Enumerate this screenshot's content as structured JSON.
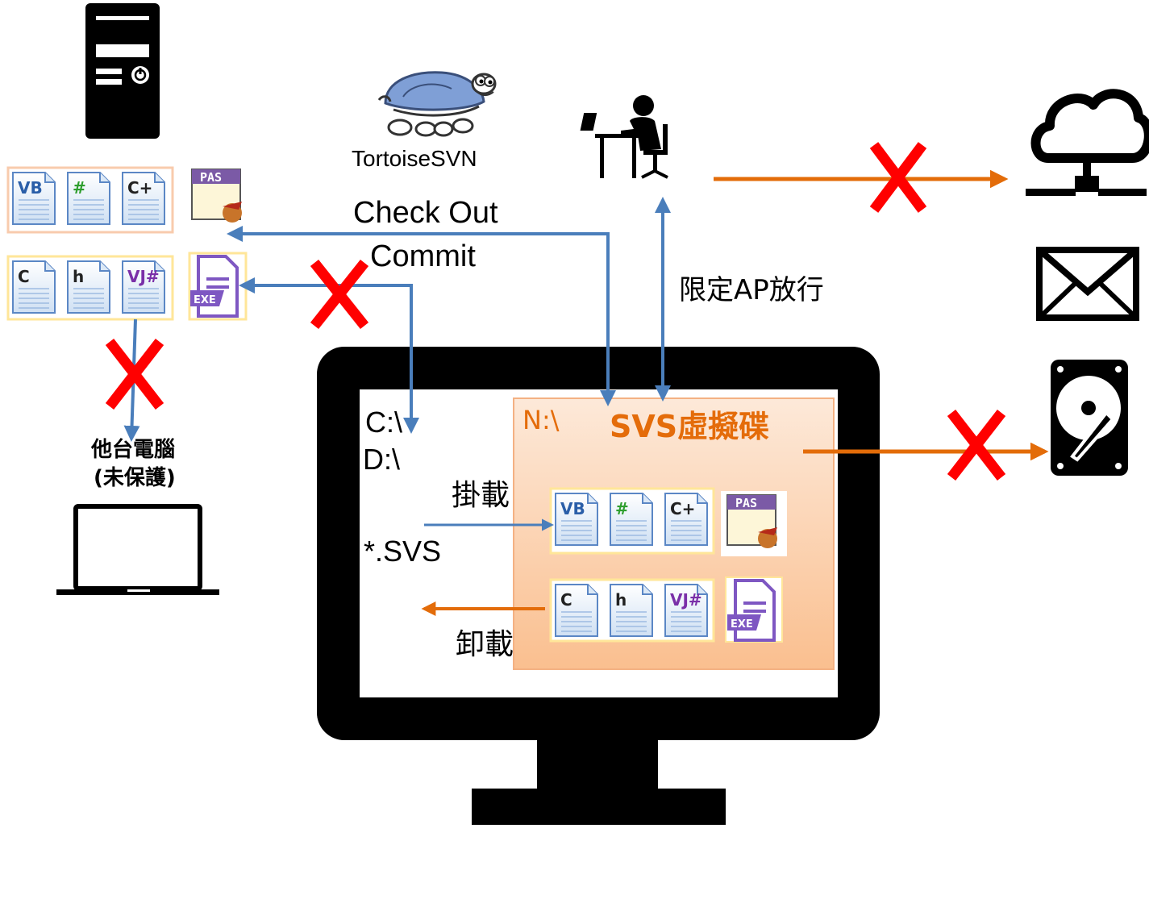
{
  "labels": {
    "tortoise": "TortoiseSVN",
    "checkout": "Check Out",
    "commit": "Commit",
    "ap_allow": "限定AP放行",
    "other_pc_line1": "他台電腦",
    "other_pc_line2": "(未保護)",
    "drive_c": "C:\\",
    "drive_d": "D:\\",
    "svs_file": "*.SVS",
    "mount": "掛載",
    "unmount": "卸載",
    "drive_n": "N:\\",
    "svs_drive": "SVS虛擬碟"
  },
  "file_icons": {
    "vb": "VB",
    "csharp": "#",
    "cpp": "C+",
    "pas": "PAS",
    "c": "C",
    "h": "h",
    "vj": "VJ#",
    "exe": "EXE"
  },
  "colors": {
    "blue_arrow": "#4a7ebb",
    "orange_arrow": "#e36c09",
    "red_cross": "#ff0000",
    "svs_drive_text": "#e46c0a",
    "svs_panel_border": "#f4b183"
  }
}
